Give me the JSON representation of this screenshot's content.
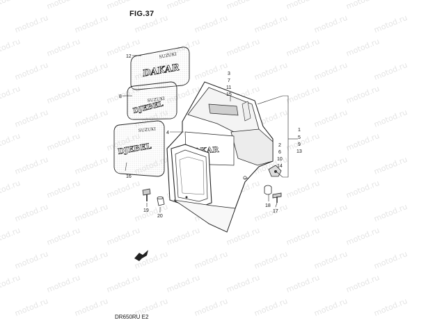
{
  "figure": {
    "title": "FIG.37",
    "model_code": "DR650RU E2"
  },
  "watermark": "motod.ru",
  "decals": [
    {
      "brand": "SUZUKI",
      "model": "DAKAR"
    },
    {
      "brand": "SUZUKI",
      "model": "DJEBEL"
    },
    {
      "brand": "SUZUKI",
      "model": "DJEBEL"
    }
  ],
  "cowl_text": "DAKAR",
  "callouts": {
    "c12": "12",
    "c8": "8",
    "c16": "16",
    "c4": "4",
    "c3": "3",
    "c7": "7",
    "c11": "11",
    "c15": "15",
    "g1": [
      "1",
      "5",
      "9",
      "13"
    ],
    "g2": [
      "2",
      "6",
      "10",
      "14"
    ],
    "c18": "18",
    "c17": "17",
    "c19": "19",
    "c20": "20"
  }
}
